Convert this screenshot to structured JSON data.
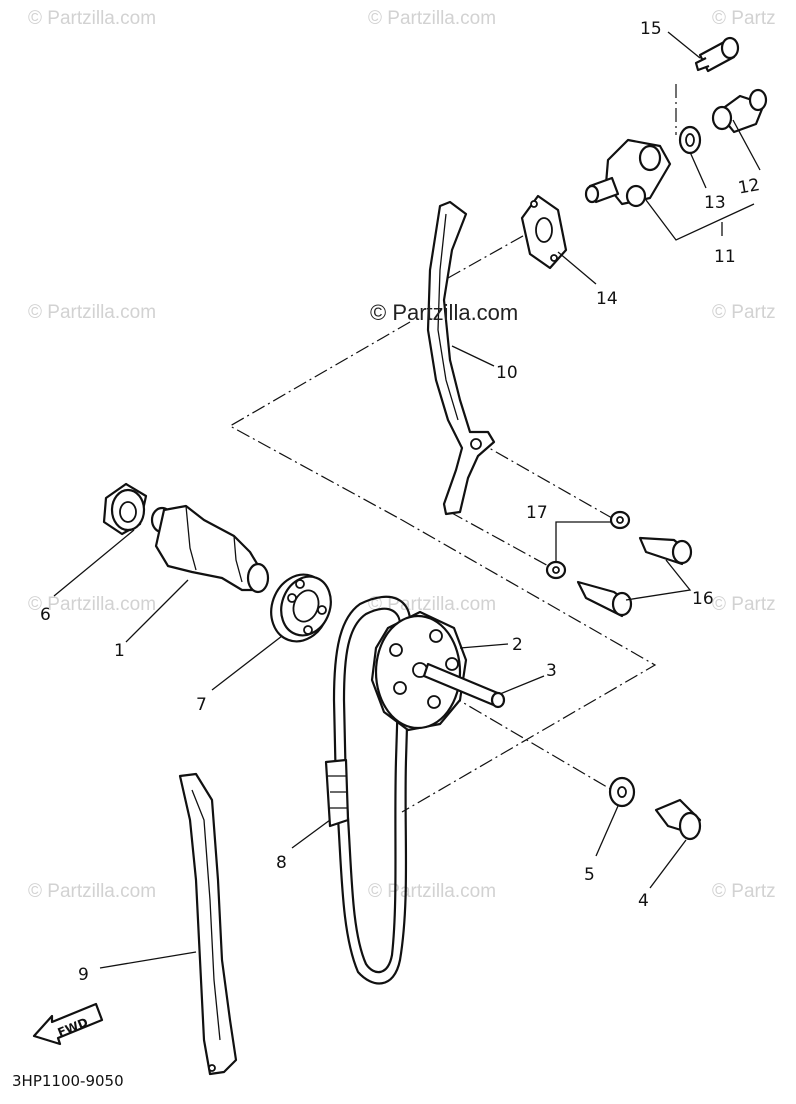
{
  "watermark": {
    "text": "© Partzilla.com",
    "cut_text": "© Partz"
  },
  "diagram_code": "3HP1100-9050",
  "fwd_label": "FWD",
  "callouts": {
    "c1": "1",
    "c2": "2",
    "c3": "3",
    "c4": "4",
    "c5": "5",
    "c6": "6",
    "c7": "7",
    "c8": "8",
    "c9": "9",
    "c10": "10",
    "c11": "11",
    "c12": "12",
    "c13": "13",
    "c14": "14",
    "c15": "15",
    "c16": "16",
    "c17": "17"
  }
}
